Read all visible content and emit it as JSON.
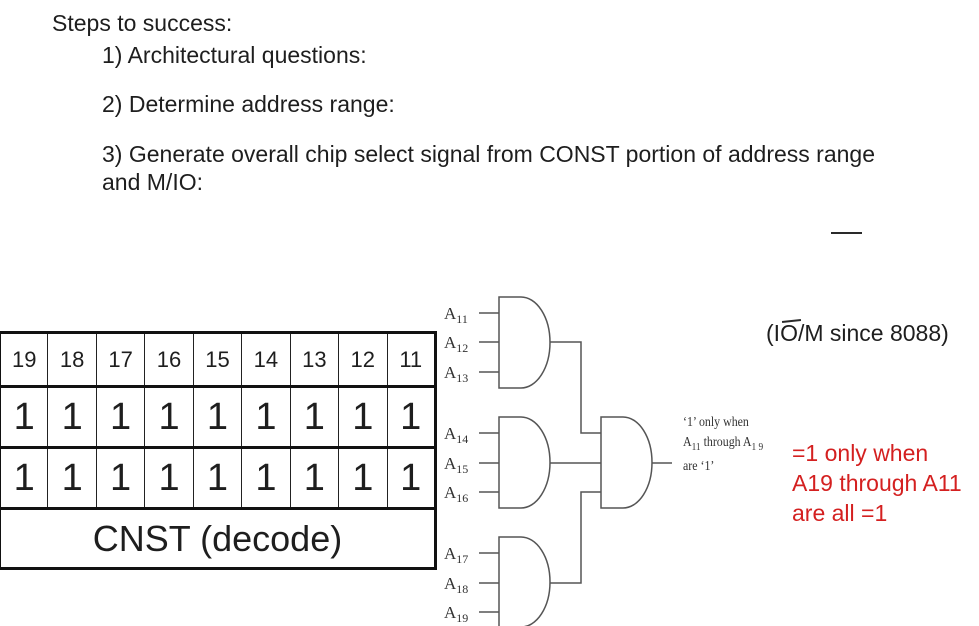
{
  "heading": "Steps to success:",
  "steps": [
    "1) Architectural questions:",
    "2) Determine address range:",
    "3) Generate overall chip select signal from CONST portion of address range",
    "and M/IO:"
  ],
  "iom_note": {
    "prefix": "(I",
    "overlined": "O",
    "suffix": "/M since 8088)"
  },
  "address_table": {
    "header": [
      "19",
      "18",
      "17",
      "16",
      "15",
      "14",
      "13",
      "12",
      "11"
    ],
    "rows": [
      [
        "1",
        "1",
        "1",
        "1",
        "1",
        "1",
        "1",
        "1",
        "1"
      ],
      [
        "1",
        "1",
        "1",
        "1",
        "1",
        "1",
        "1",
        "1",
        "1"
      ]
    ],
    "footer": "CNST (decode)"
  },
  "circuit": {
    "inputs": [
      {
        "base": "A",
        "sub": "11"
      },
      {
        "base": "A",
        "sub": "12"
      },
      {
        "base": "A",
        "sub": "13"
      },
      {
        "base": "A",
        "sub": "14"
      },
      {
        "base": "A",
        "sub": "15"
      },
      {
        "base": "A",
        "sub": "16"
      },
      {
        "base": "A",
        "sub": "17"
      },
      {
        "base": "A",
        "sub": "18"
      },
      {
        "base": "A",
        "sub": "19"
      }
    ],
    "gate_type": "AND"
  },
  "output_note": {
    "line1": "‘1’ only when",
    "line2_a": "A",
    "line2_sub": "11",
    "line2_b": " through A",
    "line2_c": "1 9",
    "line3": "are ‘1’"
  },
  "red_annotation": {
    "color": "#d42020",
    "lines": [
      "=1 only when",
      "A19 through A11",
      "are all =1"
    ]
  }
}
